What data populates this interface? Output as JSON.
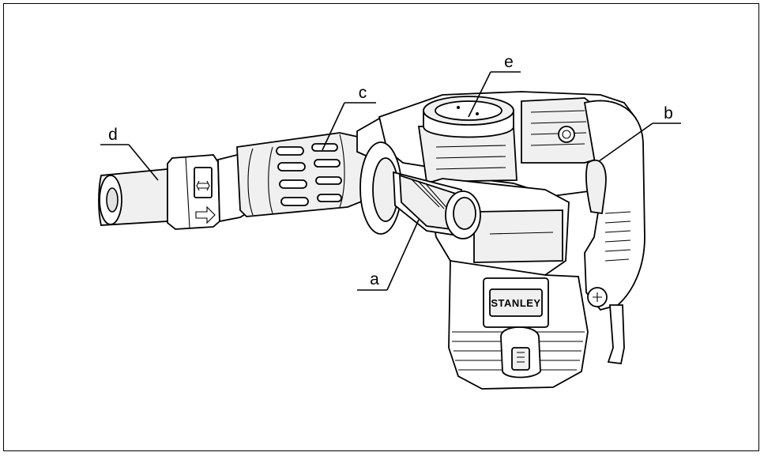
{
  "labels": {
    "a": "a",
    "b": "b",
    "c": "c",
    "d": "d",
    "e": "e"
  },
  "brand_text": "STANLEY"
}
